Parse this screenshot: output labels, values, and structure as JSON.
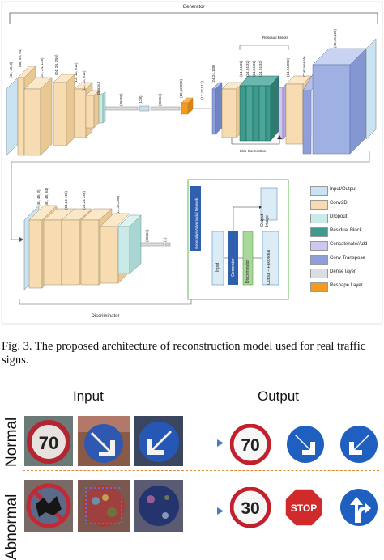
{
  "diagram": {
    "generator_title": "Generator",
    "residual_blocks_label": "Residual Blocks",
    "skip_connection_label": "Skip Connection",
    "discriminator_title": "Discriminator",
    "gen_dims": [
      "(48, 48, 3)",
      "(48, 48, 64)",
      "(24, 24, 128)",
      "(24, 24, 256)",
      "(12, 12, 512)",
      "(12, 12, 512)",
      "Dropout",
      "(36608)",
      "(128)",
      "(36864)",
      "(12,12,256)",
      "(12,12,512)",
      "(24,24,128)",
      "(24,24,32)",
      "(24,24,32)",
      "(24,24,32)",
      "(24,24,32)",
      "(24,24,256)",
      "Concatenate",
      "(48,48,128)"
    ],
    "disc_dims": [
      "(48, 48, 3)",
      "(48, 48, 64)",
      "(24,24 128)",
      "(24,24 256)",
      "(12,12,256)",
      "(36864)",
      "(1)"
    ],
    "gan_title": "Generative Adversarial Network",
    "gan_boxes": [
      "Input",
      "Generator",
      "Discriminator",
      "Output – Fake/Real",
      "Output – Image"
    ],
    "legend": [
      {
        "label": "Input/Output",
        "color": "#c9e3f2"
      },
      {
        "label": "Conv2D",
        "color": "#f6dcb0"
      },
      {
        "label": "Dropout",
        "color": "#cbe9e6"
      },
      {
        "label": "Residual Block",
        "color": "#3e9a8e"
      },
      {
        "label": "Concatenate/Add",
        "color": "#cfc7ef"
      },
      {
        "label": "Conv Transpose",
        "color": "#8e9fd9"
      },
      {
        "label": "Dense layer",
        "color": "#d9dee3"
      },
      {
        "label": "Reshape Layer",
        "color": "#f29b1f"
      }
    ]
  },
  "caption": "Fig. 3.  The proposed architecture of reconstruction model used for real traffic signs.",
  "examples": {
    "input_header": "Input",
    "output_header": "Output",
    "row1_label": "Normal",
    "row2_label": "Abnormal",
    "speed_70": "70",
    "speed_30": "30",
    "stop": "STOP"
  }
}
